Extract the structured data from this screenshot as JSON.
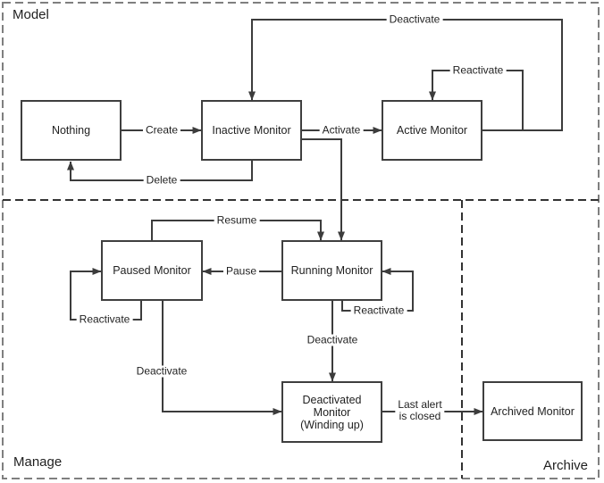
{
  "regions": {
    "model": "Model",
    "manage": "Manage",
    "archive": "Archive"
  },
  "nodes": [
    {
      "id": "nothing",
      "label": "Nothing"
    },
    {
      "id": "inactive",
      "label": "Inactive Monitor"
    },
    {
      "id": "active",
      "label": "Active Monitor"
    },
    {
      "id": "paused",
      "label": "Paused Monitor"
    },
    {
      "id": "running",
      "label": "Running Monitor"
    },
    {
      "id": "deactivated",
      "label": "Deactivated\nMonitor\n(Winding up)"
    },
    {
      "id": "archived",
      "label": "Archived Monitor"
    }
  ],
  "edge_labels": {
    "create": "Create",
    "delete": "Delete",
    "activate": "Activate",
    "deactivate_top": "Deactivate",
    "reactivate_active": "Reactivate",
    "resume": "Resume",
    "pause": "Pause",
    "reactivate_paused": "Reactivate",
    "reactivate_running": "Reactivate",
    "deactivate_running": "Deactivate",
    "deactivate_paused": "Deactivate",
    "last_alert": "Last alert\nis closed"
  },
  "colors": {
    "line": "#3c3c3c",
    "box_border": "#3f3f3f",
    "outer_border": "#7f7f7f",
    "inner_border": "#333333",
    "text": "#1f1f1f",
    "background": "#ffffff"
  }
}
